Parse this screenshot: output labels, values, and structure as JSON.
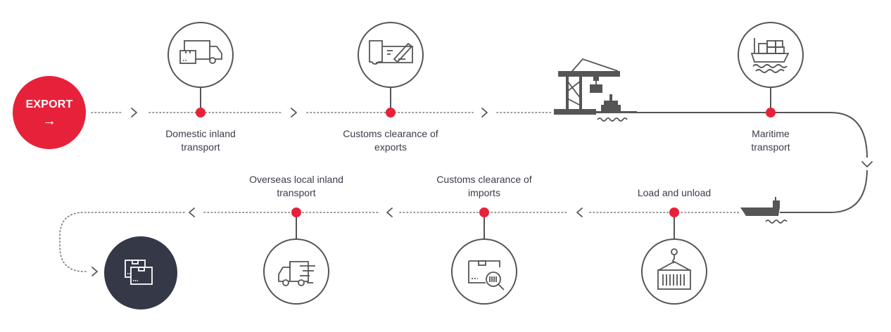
{
  "title": "Export logistics process flow",
  "start_button": {
    "label": "EXPORT",
    "arrow": "→",
    "icon": "arrow-right-icon"
  },
  "end_node": {
    "icon": "boxes-icon"
  },
  "colors": {
    "accent": "#e8213b",
    "line": "#555555",
    "text": "#3a3d4a",
    "dark": "#343847"
  },
  "steps": [
    {
      "id": "domestic",
      "line1": "Domestic inland",
      "line2": "transport",
      "icon": "truck-boxes-icon",
      "direction": "forward"
    },
    {
      "id": "customs-export",
      "line1": "Customs clearance of",
      "line2": "exports",
      "icon": "document-sign-icon",
      "direction": "forward"
    },
    {
      "id": "port",
      "line1": "",
      "line2": "",
      "icon": "port-crane-icon",
      "direction": "forward"
    },
    {
      "id": "maritime",
      "line1": "Maritime",
      "line2": "transport",
      "icon": "cargo-ship-icon",
      "direction": "forward"
    },
    {
      "id": "load-unload",
      "line1": "Load and unload",
      "line2": "",
      "icon": "container-hoist-icon",
      "direction": "backward"
    },
    {
      "id": "customs-import",
      "line1": "Customs clearance of",
      "line2": "imports",
      "icon": "box-inspect-icon",
      "direction": "backward"
    },
    {
      "id": "overseas",
      "line1": "Overseas local inland",
      "line2": "transport",
      "icon": "fast-truck-icon",
      "direction": "backward"
    }
  ]
}
